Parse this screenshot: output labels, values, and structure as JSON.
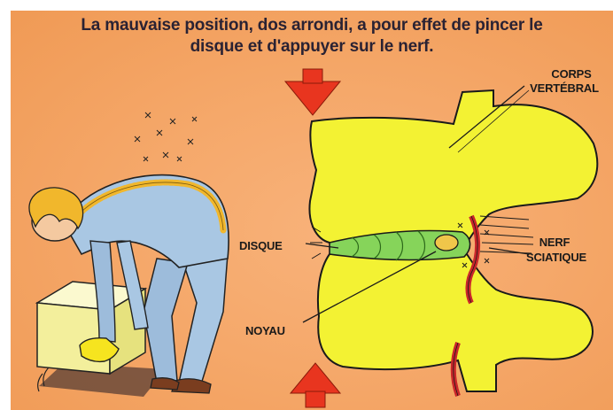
{
  "title": {
    "line1": "La mauvaise position, dos arrondi, a pour effet de pincer le",
    "line2": "disque et d'appuyer sur le nerf."
  },
  "labels": {
    "corps_vertebral_line1": "CORPS",
    "corps_vertebral_line2": "VERTÉBRAL",
    "disque": "DISQUE",
    "nerf_sciatique_line1": "NERF",
    "nerf_sciatique_line2": "SCIATIQUE",
    "noyau": "NOYAU"
  },
  "colors": {
    "background": "#f5a86a",
    "vertebra": "#f3f233",
    "disc": "#86d45a",
    "nerve": "#c9262a",
    "arrow": "#e8351f",
    "outfit": "#a9c7e3",
    "hair": "#f1b72c",
    "box": "#f6f3a8"
  }
}
